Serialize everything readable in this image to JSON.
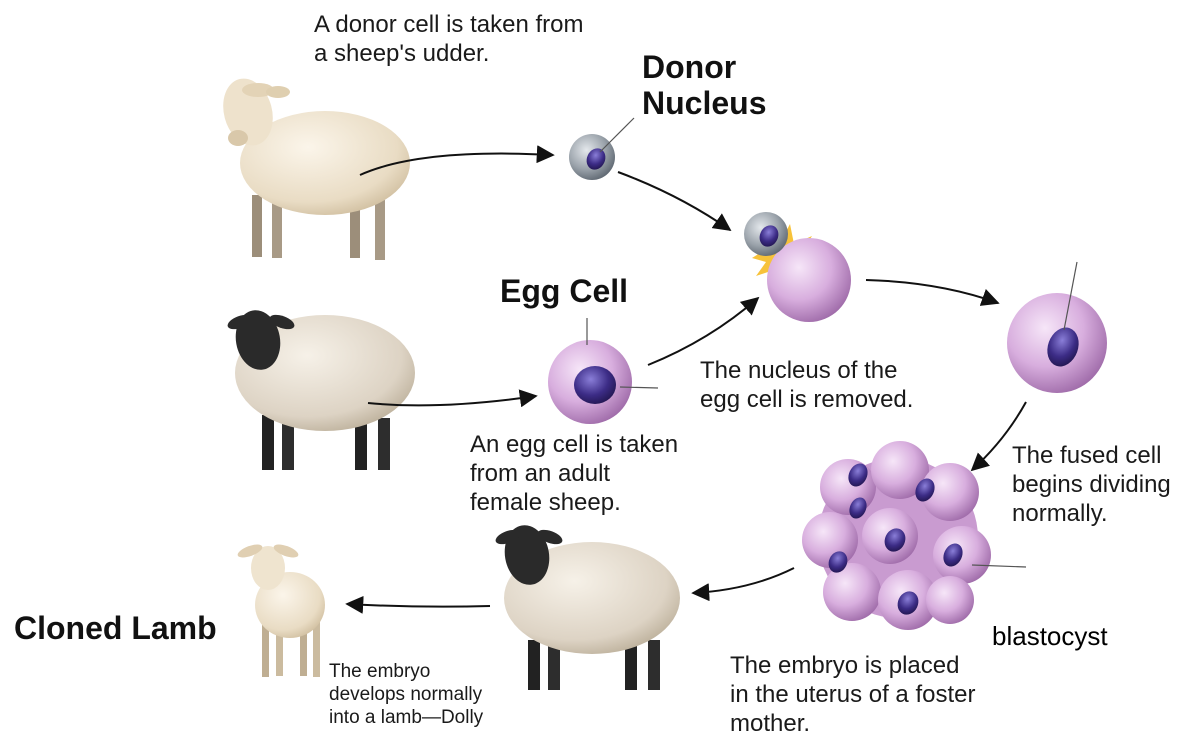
{
  "labels": {
    "donor_caption": "A donor cell is taken from\na sheep's udder.",
    "donor_nucleus": "Donor\nNucleus",
    "egg_cell": "Egg Cell",
    "nucleus_removed": "The nucleus of the\negg cell is removed.",
    "egg_caption": "An egg cell is taken\nfrom an adult\nfemale sheep.",
    "fused_caption": "The fused cell\nbegins dividing\nnormally.",
    "blastocyst": "blastocyst",
    "placed_caption": "The embryo is placed\nin the uterus of a foster\nmother.",
    "cloned_lamb": "Cloned Lamb",
    "develops_caption": "The embryo\ndevelops normally\ninto a lamb—Dolly"
  },
  "colors": {
    "wool_white": "#e9dcc4",
    "wool_gray": "#ddd3c4",
    "face_black": "#2a2a2a",
    "cell_pink": "#d8aede",
    "nucleus_purple": "#3c2c86",
    "donor_cell_gray": "#9aa2aa",
    "arrow": "#111111"
  },
  "icons": [
    "white-sheep-icon",
    "black-faced-sheep-icon",
    "foster-sheep-icon",
    "lamb-icon",
    "donor-cell-icon",
    "egg-cell-icon",
    "fused-cell-icon",
    "dividing-cell-icon",
    "blastocyst-icon",
    "arrow-icon"
  ]
}
